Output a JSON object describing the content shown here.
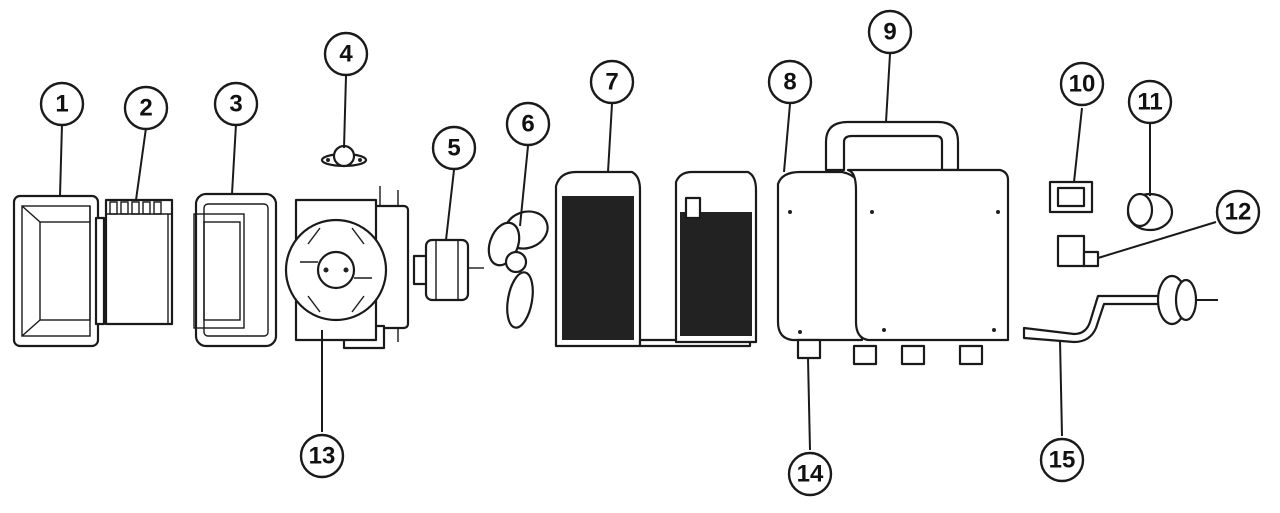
{
  "diagram": {
    "parts": [
      {
        "id": "1",
        "name": "front-grille-frame"
      },
      {
        "id": "2",
        "name": "heating-element"
      },
      {
        "id": "3",
        "name": "rear-frame"
      },
      {
        "id": "4",
        "name": "thermostat"
      },
      {
        "id": "5",
        "name": "fan-motor"
      },
      {
        "id": "6",
        "name": "fan-blade"
      },
      {
        "id": "7",
        "name": "inner-housing"
      },
      {
        "id": "8",
        "name": "side-panel"
      },
      {
        "id": "9",
        "name": "outer-case-with-handle"
      },
      {
        "id": "10",
        "name": "rocker-switch"
      },
      {
        "id": "11",
        "name": "control-knob"
      },
      {
        "id": "12",
        "name": "switch-connector"
      },
      {
        "id": "13",
        "name": "fan-frame"
      },
      {
        "id": "14",
        "name": "rubber-foot"
      },
      {
        "id": "15",
        "name": "thermostat-shaft"
      }
    ]
  }
}
